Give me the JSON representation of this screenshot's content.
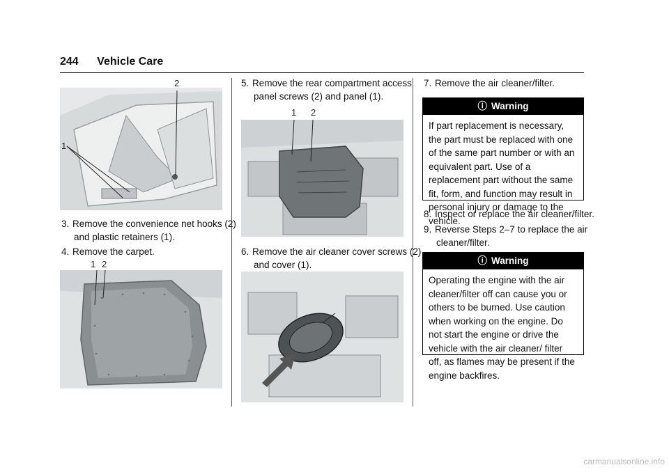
{
  "header": {
    "page_number": "244",
    "section": "Vehicle Care"
  },
  "figures": {
    "net_hooks": {
      "callouts": [
        "2",
        "1"
      ]
    },
    "carpet": {
      "callouts": [
        "1",
        "2"
      ]
    },
    "rear_panel": {
      "callouts": [
        "1",
        "2"
      ]
    }
  },
  "steps": [
    {
      "num": "3.",
      "line1": "Remove the convenience net hooks (2)",
      "line2": "and plastic retainers (1)."
    },
    {
      "num": "4.",
      "line1": "Remove the carpet."
    },
    {
      "num": "5.",
      "line1": "Remove the rear compartment access",
      "line2": "panel screws (2) and panel (1)."
    },
    {
      "num": "6.",
      "line1": "Remove the air cleaner cover screws (2)",
      "line2": "and cover (1)."
    },
    {
      "num": "7.",
      "line1": "Remove the air cleaner/filter."
    },
    {
      "num": "8.",
      "line1": "Inspect or replace the air cleaner/filter."
    },
    {
      "num": "9.",
      "line1": "Reverse Steps 2–7 to replace the air",
      "line2": "cleaner/filter."
    }
  ],
  "warnings": [
    {
      "title": "Warning",
      "icon": "warning-circle-icon",
      "text": "If part replacement is necessary, the part must be replaced with one of the same part number or with an equivalent part. Use of a replacement part without the same fit, form, and function may result in personal injury or damage to the vehicle."
    },
    {
      "title": "Warning",
      "icon": "warning-circle-icon",
      "text": "Operating the engine with the air cleaner/filter off can cause you or others to be burned. Use caution when working on the engine. Do not start the engine or drive the vehicle with the air cleaner/ filter off, as flames may be present if the engine backfires."
    }
  ],
  "footer": {
    "watermark": "carmanualsonline.info"
  }
}
